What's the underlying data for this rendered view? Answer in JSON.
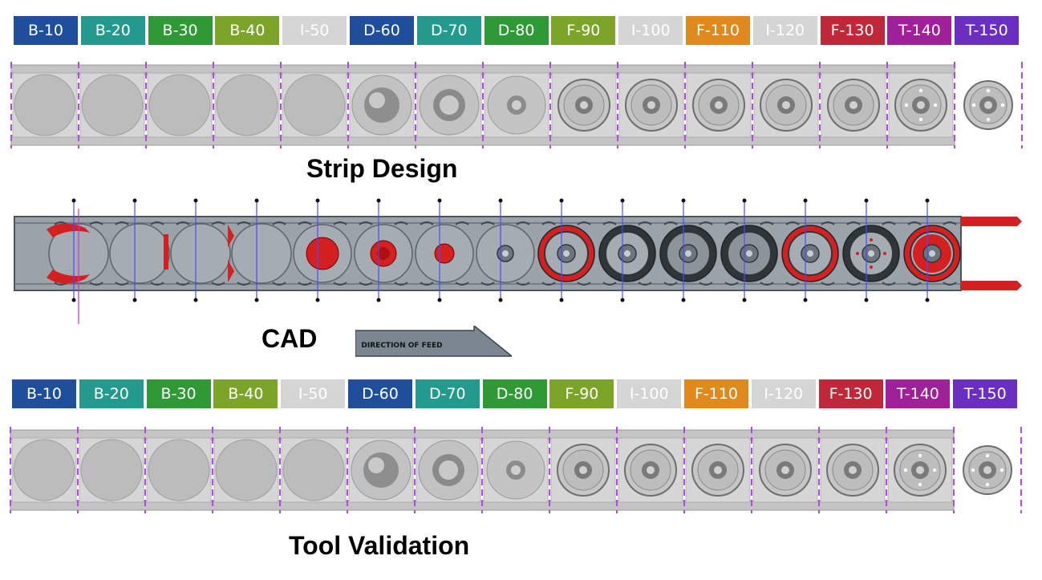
{
  "stations": [
    {
      "label": "B-10",
      "color": "#1f4f9c"
    },
    {
      "label": "B-20",
      "color": "#249a8f"
    },
    {
      "label": "B-30",
      "color": "#2f9a35"
    },
    {
      "label": "B-40",
      "color": "#7ba428"
    },
    {
      "label": "I-50",
      "color": "#d5d5d5"
    },
    {
      "label": "D-60",
      "color": "#1f4f9c"
    },
    {
      "label": "D-70",
      "color": "#249a8f"
    },
    {
      "label": "D-80",
      "color": "#2f9a35"
    },
    {
      "label": "F-90",
      "color": "#7ba428"
    },
    {
      "label": "I-100",
      "color": "#d5d5d5"
    },
    {
      "label": "F-110",
      "color": "#e08a1e"
    },
    {
      "label": "I-120",
      "color": "#d5d5d5"
    },
    {
      "label": "F-130",
      "color": "#c0283a"
    },
    {
      "label": "T-140",
      "color": "#a0209a"
    },
    {
      "label": "T-150",
      "color": "#6a2fc0"
    }
  ],
  "captions": {
    "strip": "Strip Design",
    "cad": "CAD",
    "tool": "Tool Validation"
  },
  "arrow_text": "DIRECTION OF FEED",
  "colors": {
    "sheet": "#bdbdbd",
    "cad_body": "#9aa3aa",
    "cad_highlight": "#d42020",
    "centerline": "#4a4aff",
    "pitch_line": "#b04ce0"
  }
}
